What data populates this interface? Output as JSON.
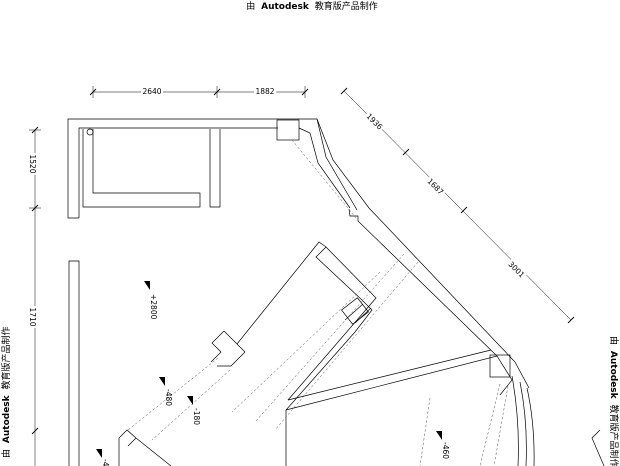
{
  "watermark": {
    "prefix": "由",
    "brand": "Autodesk",
    "suffix": "教育版产品制作"
  },
  "dimensions": {
    "top_left": "2640",
    "top_mid": "1882",
    "diag_1": "1936",
    "diag_2": "1687",
    "diag_3": "3001",
    "left_1": "1520",
    "left_2": "1710"
  },
  "levels": {
    "l1": "+2800",
    "l2": "-480",
    "l3": "-180",
    "l4": "-460",
    "l5": "-4"
  }
}
